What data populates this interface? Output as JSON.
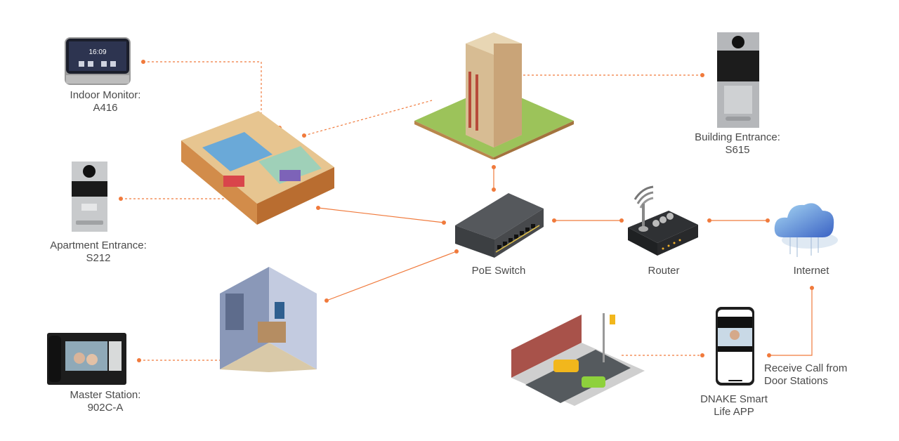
{
  "diagram": {
    "accent_color": "#f07a3c",
    "nodes": {
      "indoor_monitor": {
        "line1": "Indoor Monitor:",
        "line2": "A416",
        "screen_time": "16:09",
        "icon": "indoor-monitor-icon"
      },
      "building_entrance": {
        "line1": "Building Entrance:",
        "line2": "S615",
        "icon": "door-station-keypad-icon"
      },
      "apartment_entrance": {
        "line1": "Apartment Entrance:",
        "line2": "S212",
        "icon": "door-station-icon"
      },
      "master_station": {
        "line1": "Master Station:",
        "line2": "902C-A",
        "icon": "master-station-icon"
      },
      "poe_switch": {
        "line1": "PoE Switch",
        "icon": "switch-icon"
      },
      "router": {
        "line1": "Router",
        "icon": "router-icon"
      },
      "internet": {
        "line1": "Internet",
        "icon": "cloud-icon"
      },
      "smart_app": {
        "line1": "DNAKE Smart",
        "line2": "Life APP",
        "icon": "smartphone-icon"
      },
      "receive_call": {
        "line1": "Receive Call from",
        "line2": "Door Stations"
      },
      "apartment": {
        "icon": "apartment-interior-icon"
      },
      "building": {
        "icon": "building-icon"
      },
      "office": {
        "icon": "office-room-icon"
      },
      "street": {
        "icon": "street-scene-icon"
      }
    }
  }
}
